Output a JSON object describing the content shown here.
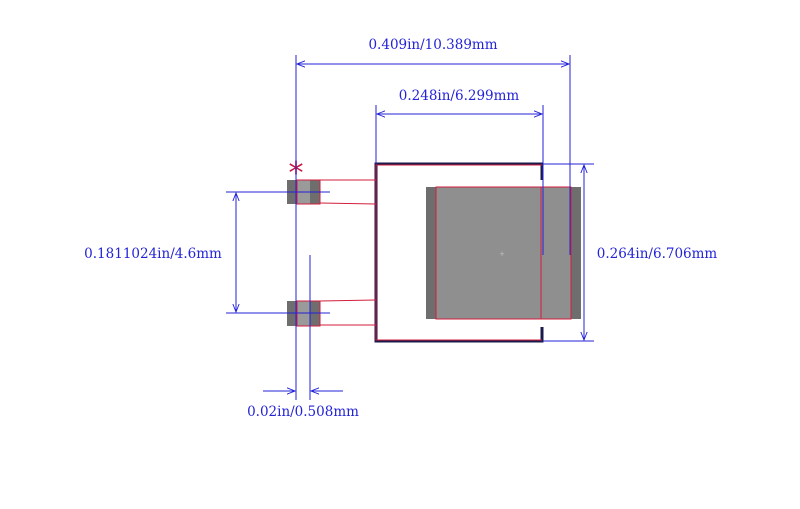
{
  "colors": {
    "background": "#ffffff",
    "dimension": "#2323d8",
    "pad": "#8c8c8c",
    "pad_dark": "#6e6e6e",
    "outline_red": "#d21e3c",
    "body_outline": "#1a1a4a",
    "pin1_marker": "#c8143c"
  },
  "pin1_marker": "*",
  "center_mark": "+",
  "dimensions": {
    "overall_width": "0.409in/10.389mm",
    "body_width": "0.248in/6.299mm",
    "pin_pitch": "0.1811024in/4.6mm",
    "body_height": "0.264in/6.706mm",
    "lead_width": "0.02in/0.508mm"
  }
}
